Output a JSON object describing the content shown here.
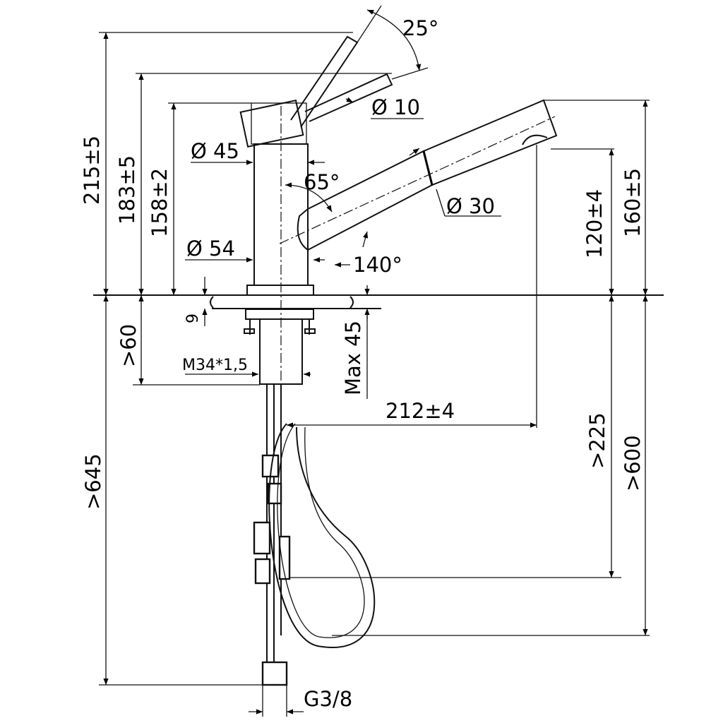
{
  "dimensions": {
    "angle_lever": "25°",
    "lever_diameter": "Ø 10",
    "body_diameter_top": "Ø 45",
    "angle_spout": "65°",
    "spout_diameter": "Ø 30",
    "body_diameter_base": "Ø 54",
    "angle_swivel": "140°",
    "height_total": "215±5",
    "height_lever": "183±5",
    "height_body": "158±2",
    "spout_height_outlet": "120±4",
    "spout_height_top": "160±5",
    "base_thickness": "9",
    "min_depth_thread": ">60",
    "thread": "M34*1,5",
    "max_counter": "Max 45",
    "reach": "212±4",
    "min_hose_depth": ">225",
    "min_clearance": ">600",
    "min_hose_length": ">645",
    "connection": "G3/8"
  }
}
